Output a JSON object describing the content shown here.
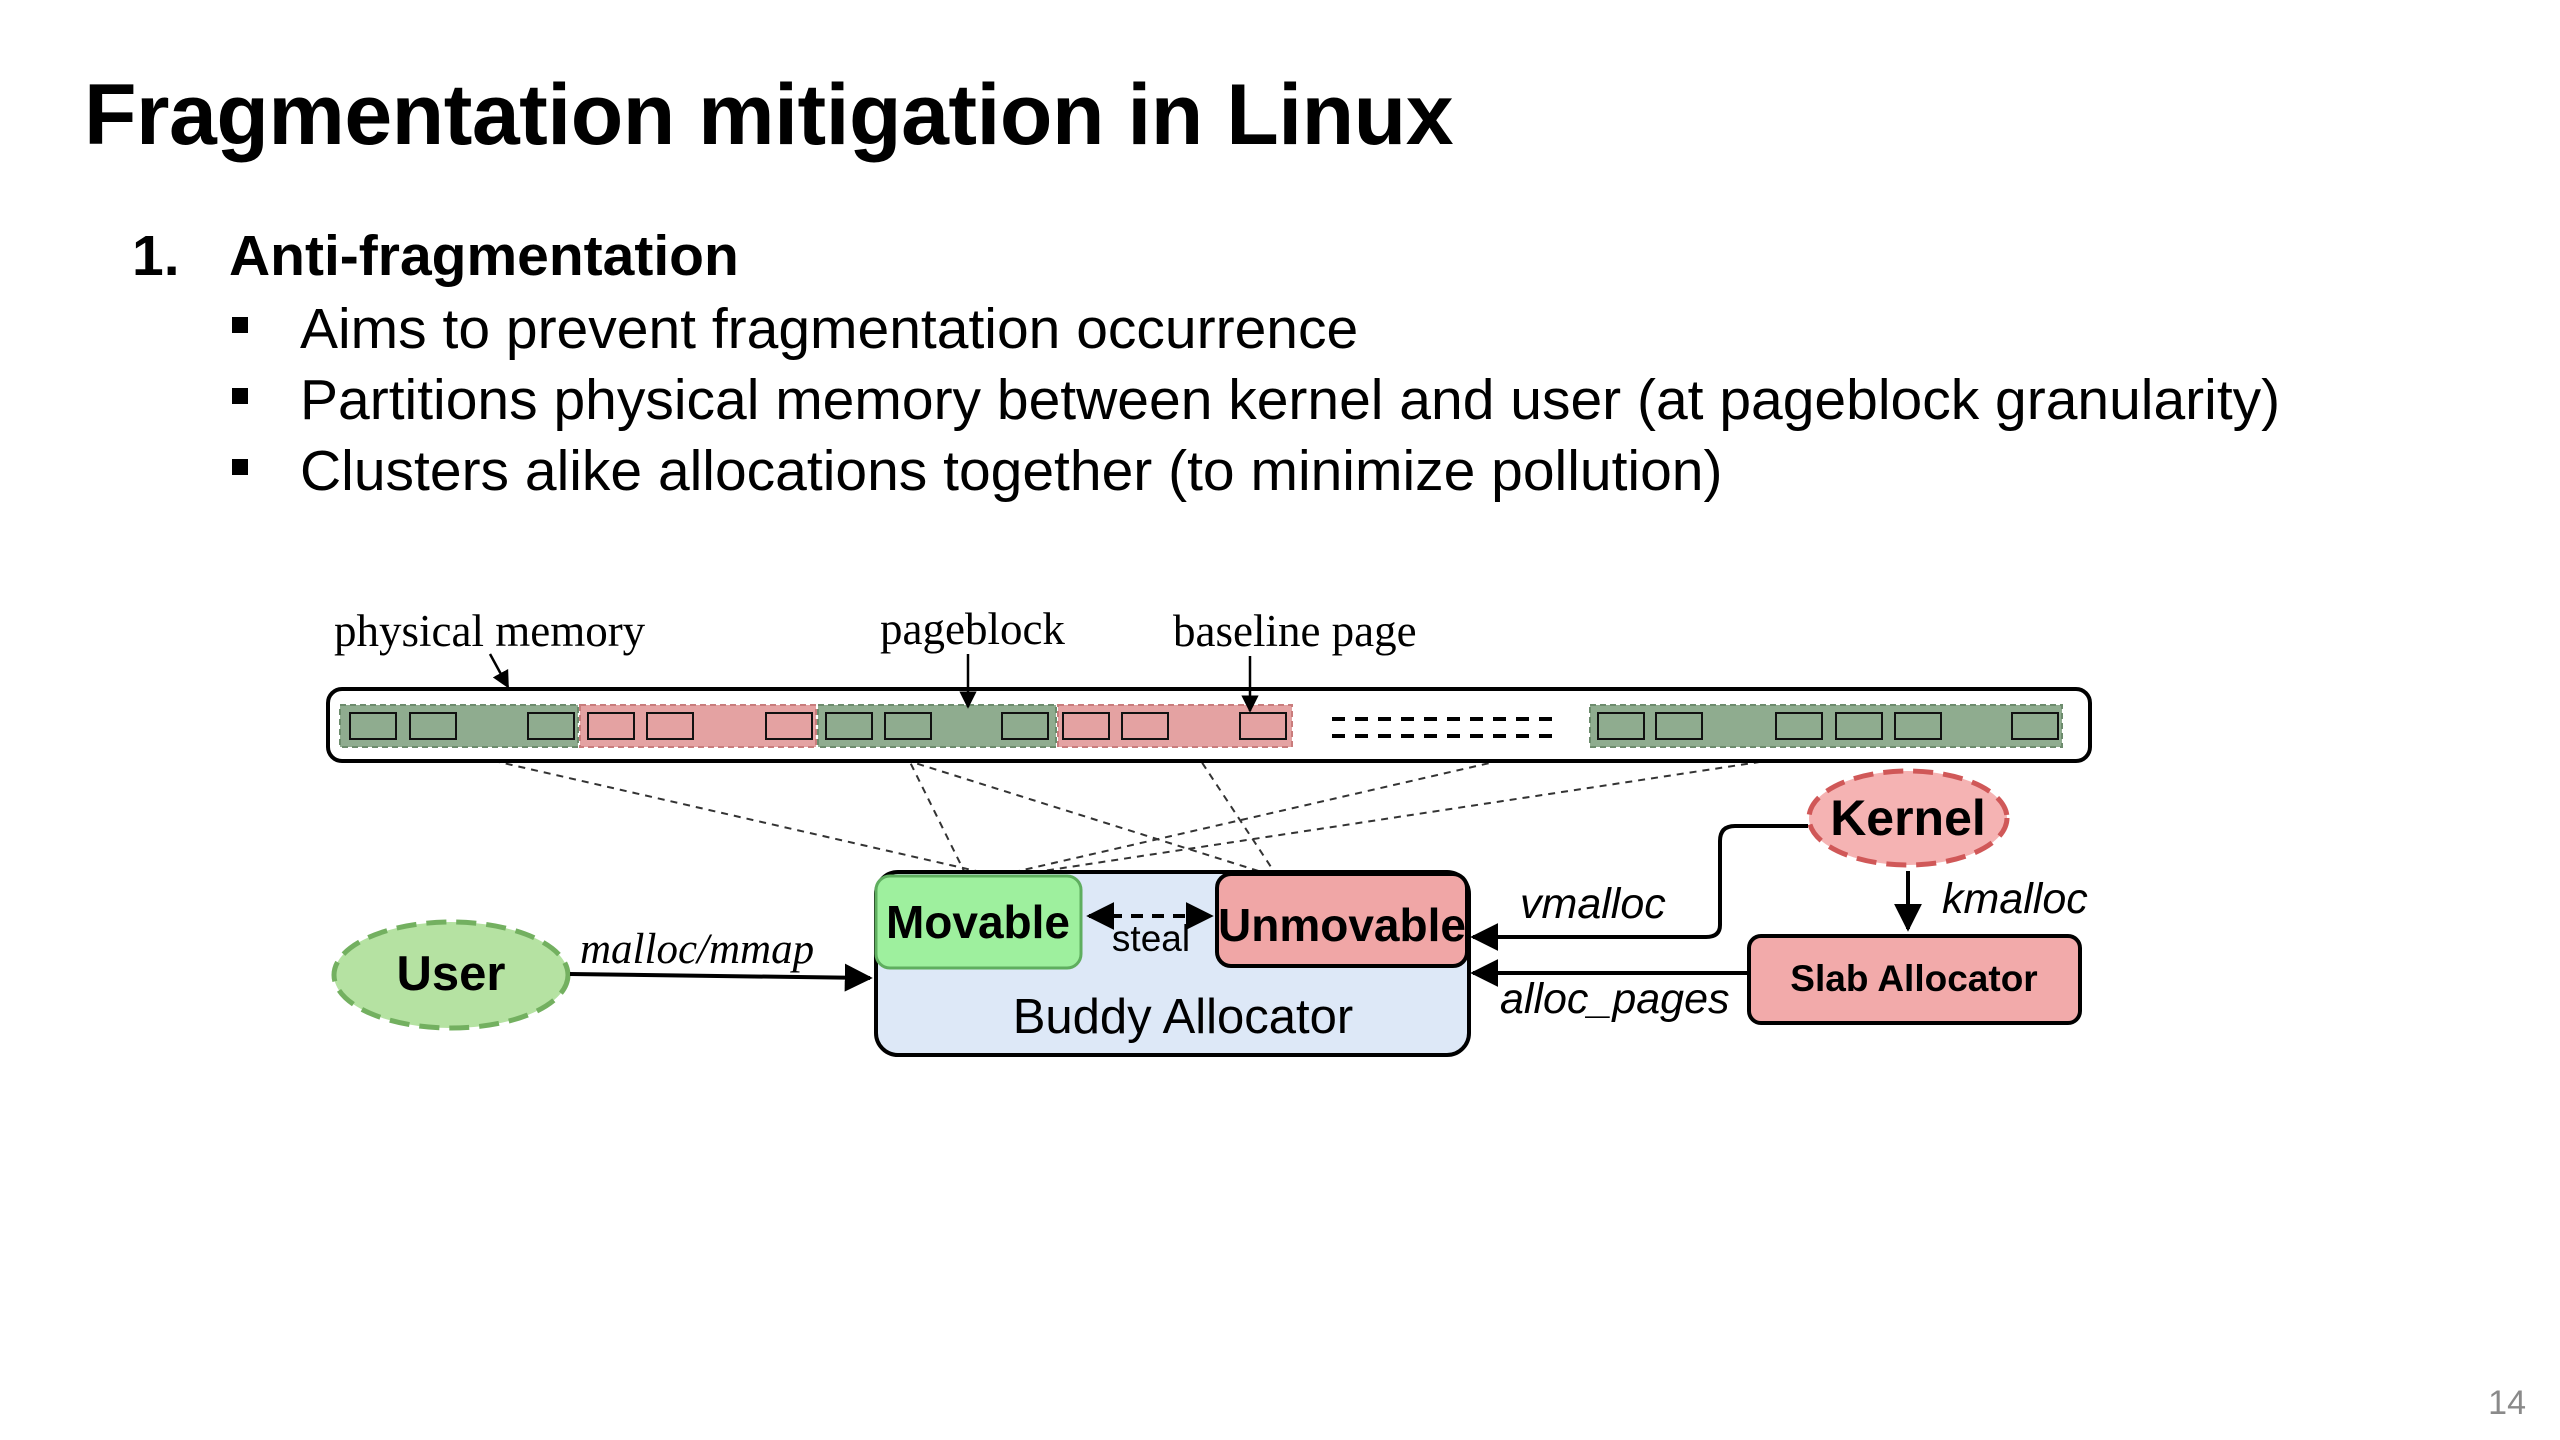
{
  "slide": {
    "title": "Fragmentation mitigation in Linux",
    "page_number": "14"
  },
  "section": {
    "number": "1.",
    "label": "Anti-fragmentation",
    "bullets": [
      "Aims to prevent fragmentation occurrence",
      "Partitions physical memory between kernel and user (at pageblock granularity)",
      "Clusters alike allocations together (to minimize pollution)"
    ]
  },
  "diagram": {
    "labels": {
      "physical_memory": "physical memory",
      "pageblock": "pageblock",
      "baseline_page": "baseline page"
    },
    "nodes": {
      "user": "User",
      "kernel": "Kernel",
      "movable": "Movable",
      "unmovable": "Unmovable",
      "buddy_allocator": "Buddy Allocator",
      "slab_allocator": "Slab Allocator"
    },
    "edges": {
      "malloc_mmap": "malloc/mmap",
      "steal": "steal",
      "vmalloc": "vmalloc",
      "alloc_pages": "alloc_pages",
      "kmalloc": "kmalloc"
    },
    "colors": {
      "movable_block": "#8fac8f",
      "unmovable_block": "#e4a2a2",
      "movable_node": "#9ef09e",
      "unmovable_node": "#f0a6a6",
      "buddy_fill": "#dde8f7",
      "user_fill": "#b5e2a2",
      "kernel_fill": "#f5b3b3",
      "slab_fill": "#f2aaaa"
    }
  }
}
